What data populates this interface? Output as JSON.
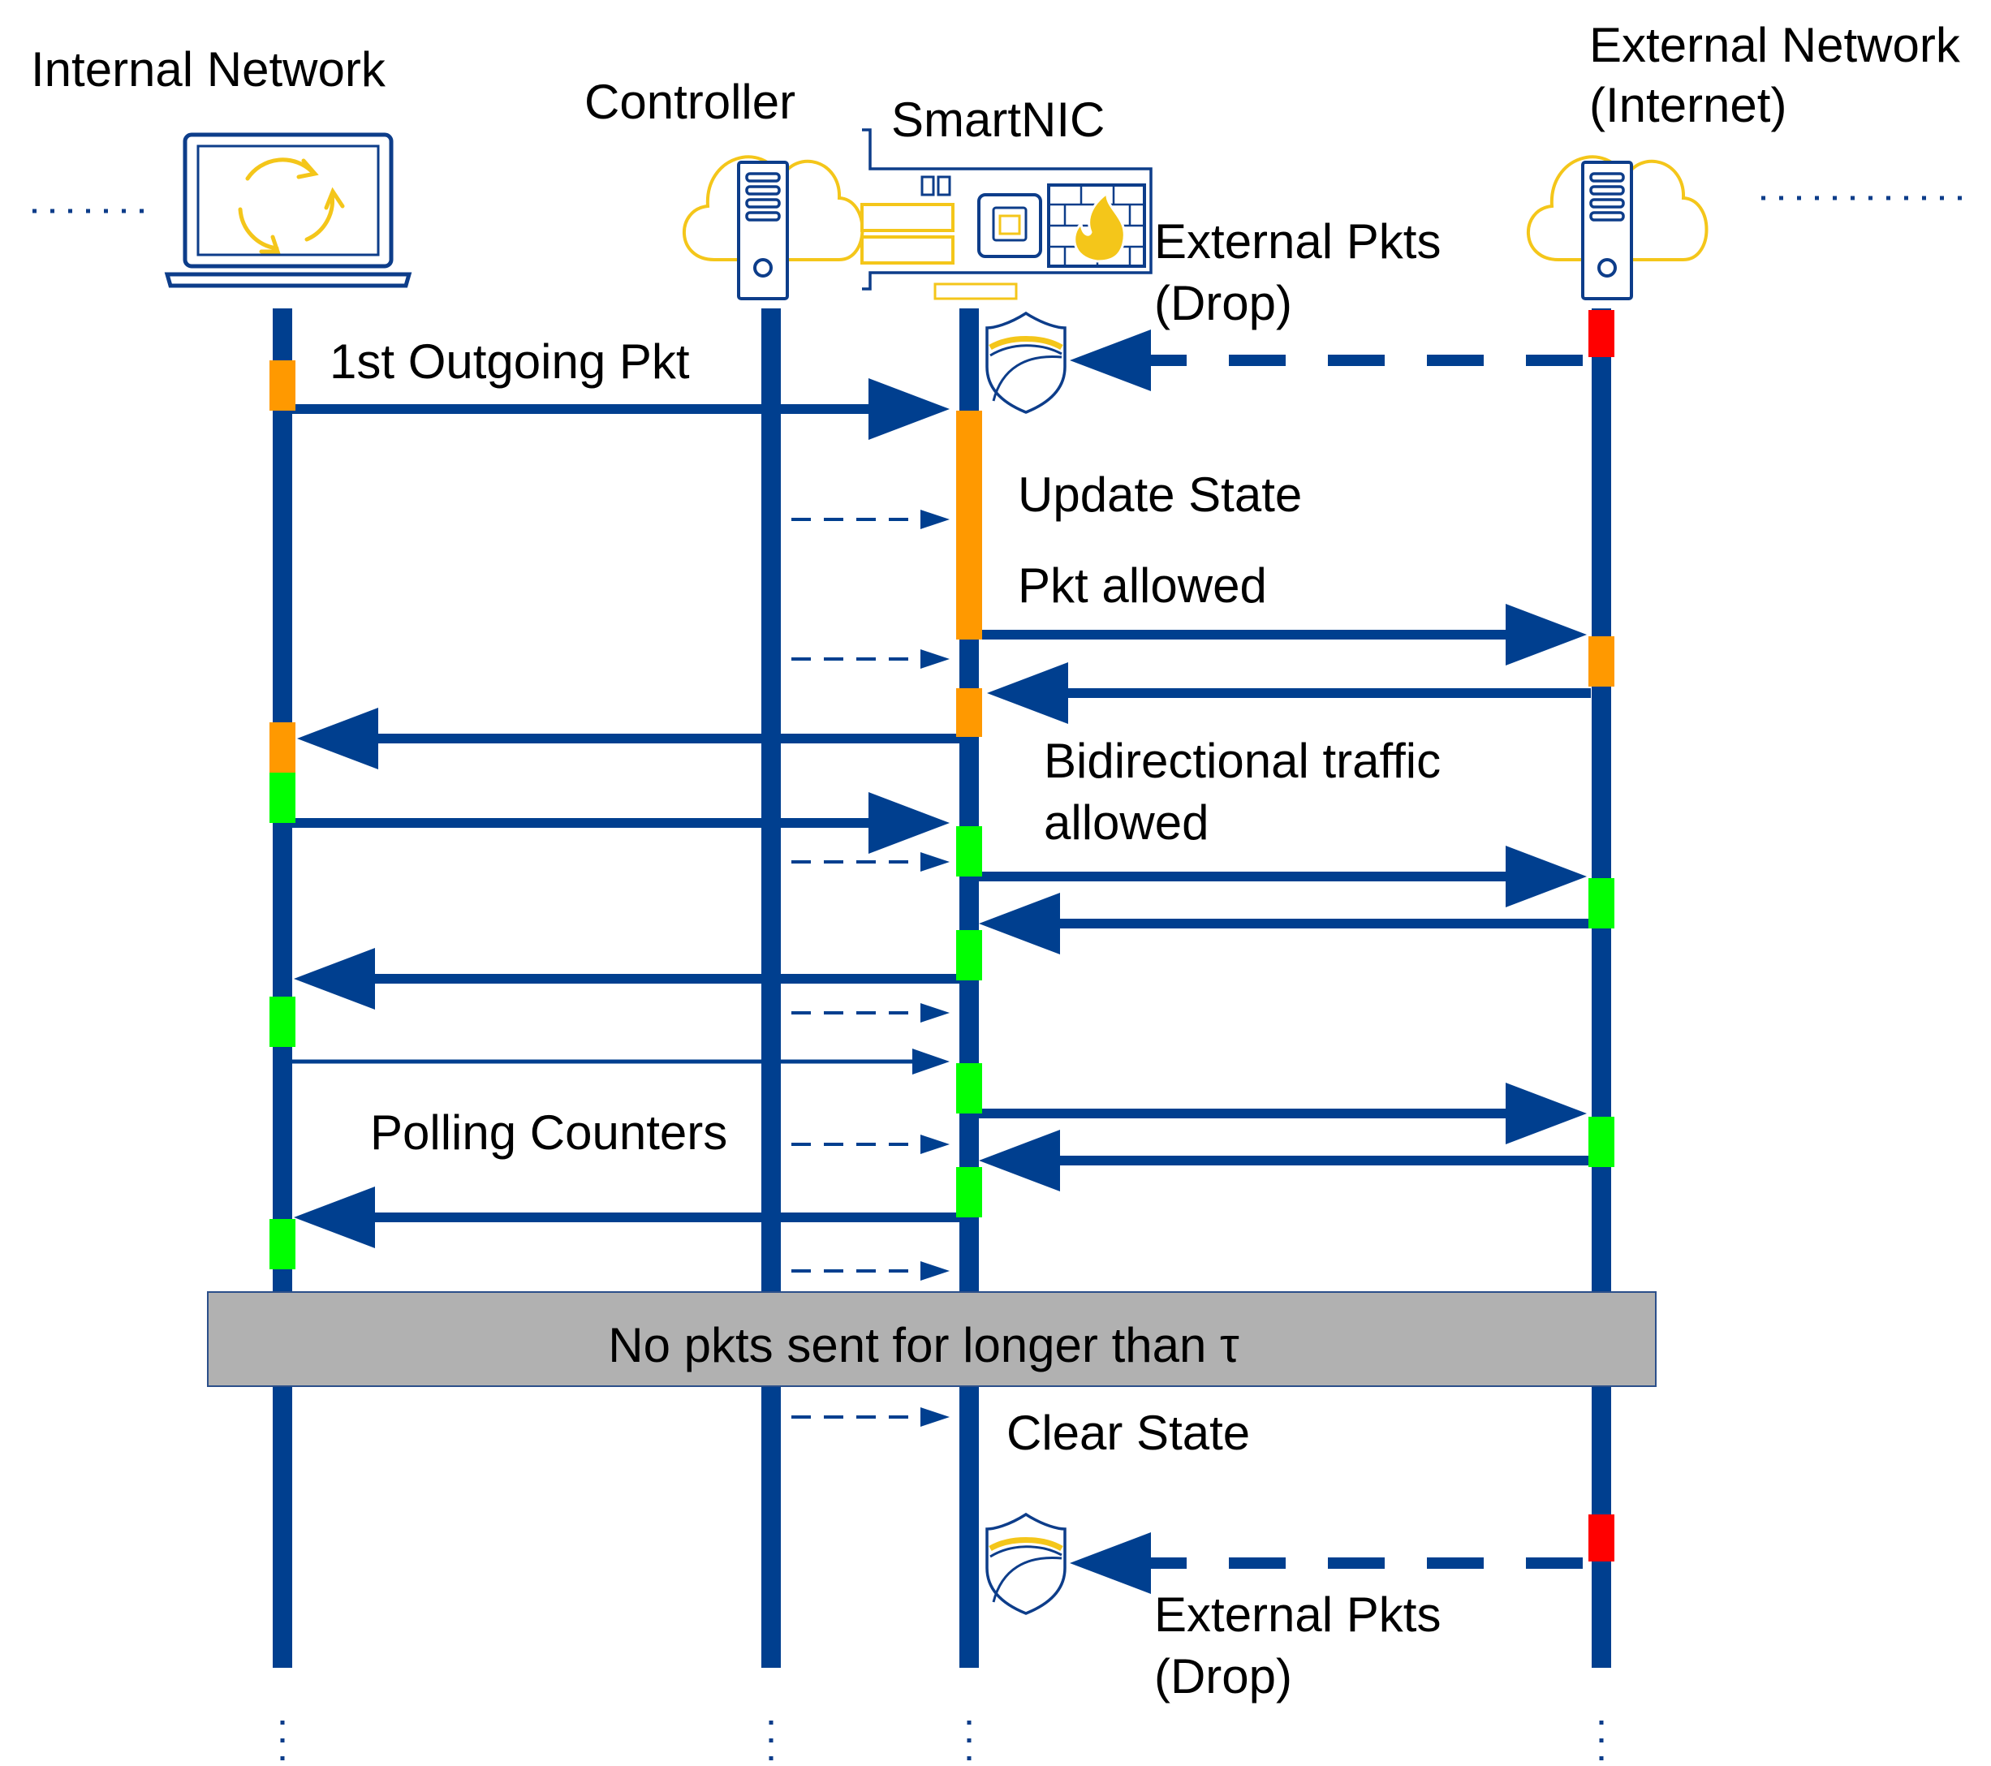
{
  "colors": {
    "lifeline": "#003f8f",
    "icon_blue": "#0d3d8a",
    "icon_yellow": "#f4c61a",
    "block_orange": "#ff9900",
    "block_green": "#00ff00",
    "block_red": "#ff0000",
    "banner_fill": "#b1b1b1",
    "banner_border": "#2b4f8a"
  },
  "participants": [
    {
      "id": "internal",
      "label": "Internal Network",
      "label2": "",
      "icon": "laptop-icon"
    },
    {
      "id": "controller",
      "label": "Controller",
      "label2": "",
      "icon": "cloud-server-icon"
    },
    {
      "id": "smartnic",
      "label": "SmartNIC",
      "label2": "",
      "icon": "smartnic-firewall-icon"
    },
    {
      "id": "external",
      "label": "External Network",
      "label2": "(Internet)",
      "icon": "cloud-server-icon"
    }
  ],
  "annotations": {
    "first_pkt": "1st Outgoing Pkt",
    "ext_drop_top_1": "External Pkts",
    "ext_drop_top_2": "(Drop)",
    "update_state": "Update State",
    "pkt_allowed": "Pkt allowed",
    "bidir_1": "Bidirectional traffic",
    "bidir_2": "allowed",
    "polling": "Polling Counters",
    "clear_state": "Clear State",
    "ext_drop_bottom_1": "External Pkts",
    "ext_drop_bottom_2": "(Drop)"
  },
  "banner": {
    "text": "No pkts sent for longer than τ"
  }
}
